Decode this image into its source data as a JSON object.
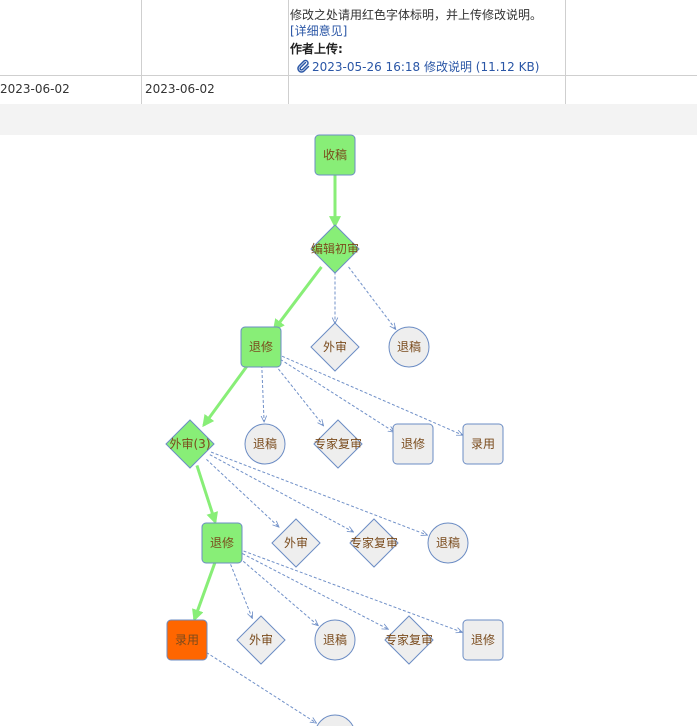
{
  "table": {
    "note_text": "修改之处请用红色字体标明，并上传修改说明。",
    "detail_link": "[详细意见]",
    "author_upload_label": "作者上传:",
    "attachment_text": "2023-05-26 16:18 修改说明 (11.12 KB)",
    "date_col1": "2023-06-02",
    "date_col2": "2023-06-02"
  },
  "diagram": {
    "colors": {
      "active_fill": "#88ee77",
      "inactive_fill": "#eeeeee",
      "accepted_fill": "#ff6600",
      "node_stroke": "#6b8cc4",
      "active_edge": "#88ee77",
      "inactive_edge": "#7090c8",
      "label": "#7a4b1c"
    },
    "nodes": [
      {
        "id": "n1",
        "label": "收稿",
        "shape": "square",
        "state": "active"
      },
      {
        "id": "n2",
        "label": "编辑初审",
        "shape": "diamond",
        "state": "active"
      },
      {
        "id": "n3",
        "label": "退修",
        "shape": "square",
        "state": "active"
      },
      {
        "id": "n4",
        "label": "外审",
        "shape": "diamond",
        "state": "inactive"
      },
      {
        "id": "n5",
        "label": "退稿",
        "shape": "circle",
        "state": "inactive"
      },
      {
        "id": "n6",
        "label": "外审(3)",
        "shape": "diamond",
        "state": "active"
      },
      {
        "id": "n7",
        "label": "退稿",
        "shape": "circle",
        "state": "inactive"
      },
      {
        "id": "n8",
        "label": "专家复审",
        "shape": "diamond",
        "state": "inactive"
      },
      {
        "id": "n9",
        "label": "退修",
        "shape": "square",
        "state": "inactive"
      },
      {
        "id": "n10",
        "label": "录用",
        "shape": "square",
        "state": "inactive"
      },
      {
        "id": "n11",
        "label": "退修",
        "shape": "square",
        "state": "active"
      },
      {
        "id": "n12",
        "label": "外审",
        "shape": "diamond",
        "state": "inactive"
      },
      {
        "id": "n13",
        "label": "专家复审",
        "shape": "diamond",
        "state": "inactive"
      },
      {
        "id": "n14",
        "label": "退稿",
        "shape": "circle",
        "state": "inactive"
      },
      {
        "id": "n15",
        "label": "录用",
        "shape": "square",
        "state": "accepted"
      },
      {
        "id": "n16",
        "label": "外审",
        "shape": "diamond",
        "state": "inactive"
      },
      {
        "id": "n17",
        "label": "退稿",
        "shape": "circle",
        "state": "inactive"
      },
      {
        "id": "n18",
        "label": "专家复审",
        "shape": "diamond",
        "state": "inactive"
      },
      {
        "id": "n19",
        "label": "退修",
        "shape": "square",
        "state": "inactive"
      },
      {
        "id": "n20",
        "label": "",
        "shape": "circle",
        "state": "inactive"
      }
    ],
    "edges": [
      {
        "from": "n1",
        "to": "n2",
        "active": true
      },
      {
        "from": "n2",
        "to": "n3",
        "active": true
      },
      {
        "from": "n2",
        "to": "n4",
        "active": false
      },
      {
        "from": "n2",
        "to": "n5",
        "active": false
      },
      {
        "from": "n3",
        "to": "n6",
        "active": true
      },
      {
        "from": "n3",
        "to": "n7",
        "active": false
      },
      {
        "from": "n3",
        "to": "n8",
        "active": false
      },
      {
        "from": "n3",
        "to": "n9",
        "active": false
      },
      {
        "from": "n3",
        "to": "n10",
        "active": false
      },
      {
        "from": "n6",
        "to": "n11",
        "active": true
      },
      {
        "from": "n6",
        "to": "n12",
        "active": false
      },
      {
        "from": "n6",
        "to": "n13",
        "active": false
      },
      {
        "from": "n6",
        "to": "n14",
        "active": false
      },
      {
        "from": "n11",
        "to": "n15",
        "active": true
      },
      {
        "from": "n11",
        "to": "n16",
        "active": false
      },
      {
        "from": "n11",
        "to": "n17",
        "active": false
      },
      {
        "from": "n11",
        "to": "n18",
        "active": false
      },
      {
        "from": "n11",
        "to": "n19",
        "active": false
      },
      {
        "from": "n15",
        "to": "n20",
        "active": false
      }
    ]
  }
}
